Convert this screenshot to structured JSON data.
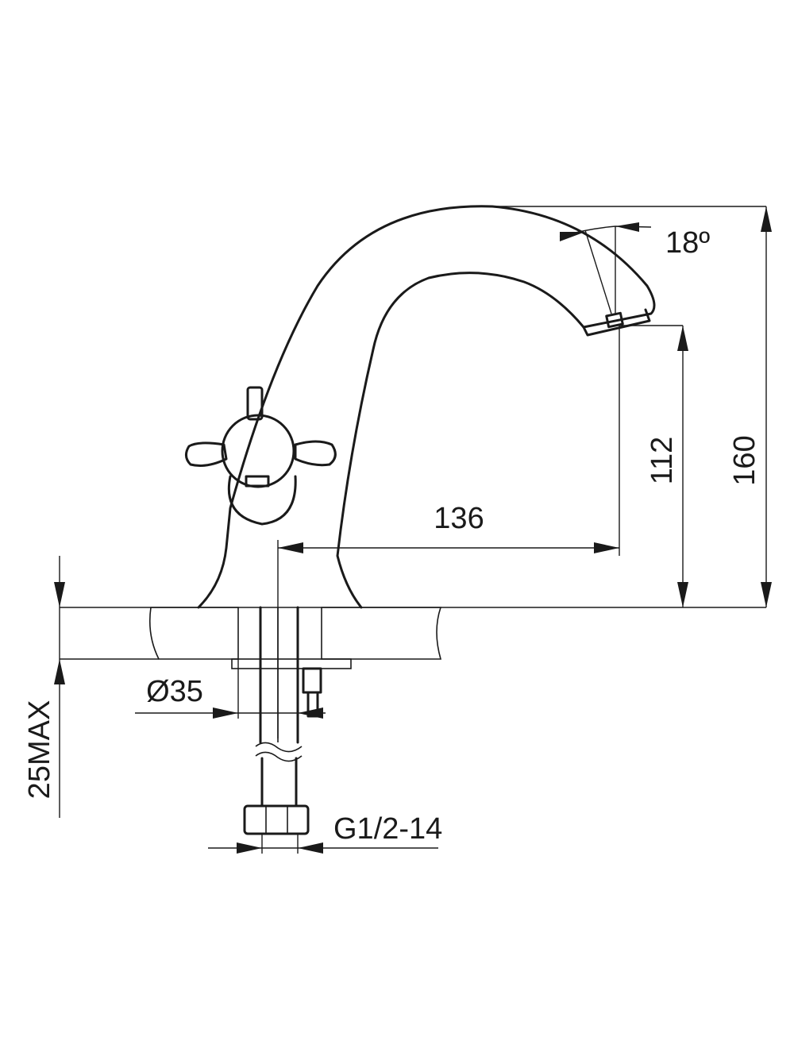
{
  "dimensions": {
    "angle": "18º",
    "height_total": "160",
    "height_spout": "112",
    "reach": "136",
    "hole_diameter": "Ø35",
    "deck_thickness": "25MAX",
    "thread": "G1/2-14"
  },
  "colors": {
    "line": "#1a1a1a",
    "background": "#ffffff"
  }
}
